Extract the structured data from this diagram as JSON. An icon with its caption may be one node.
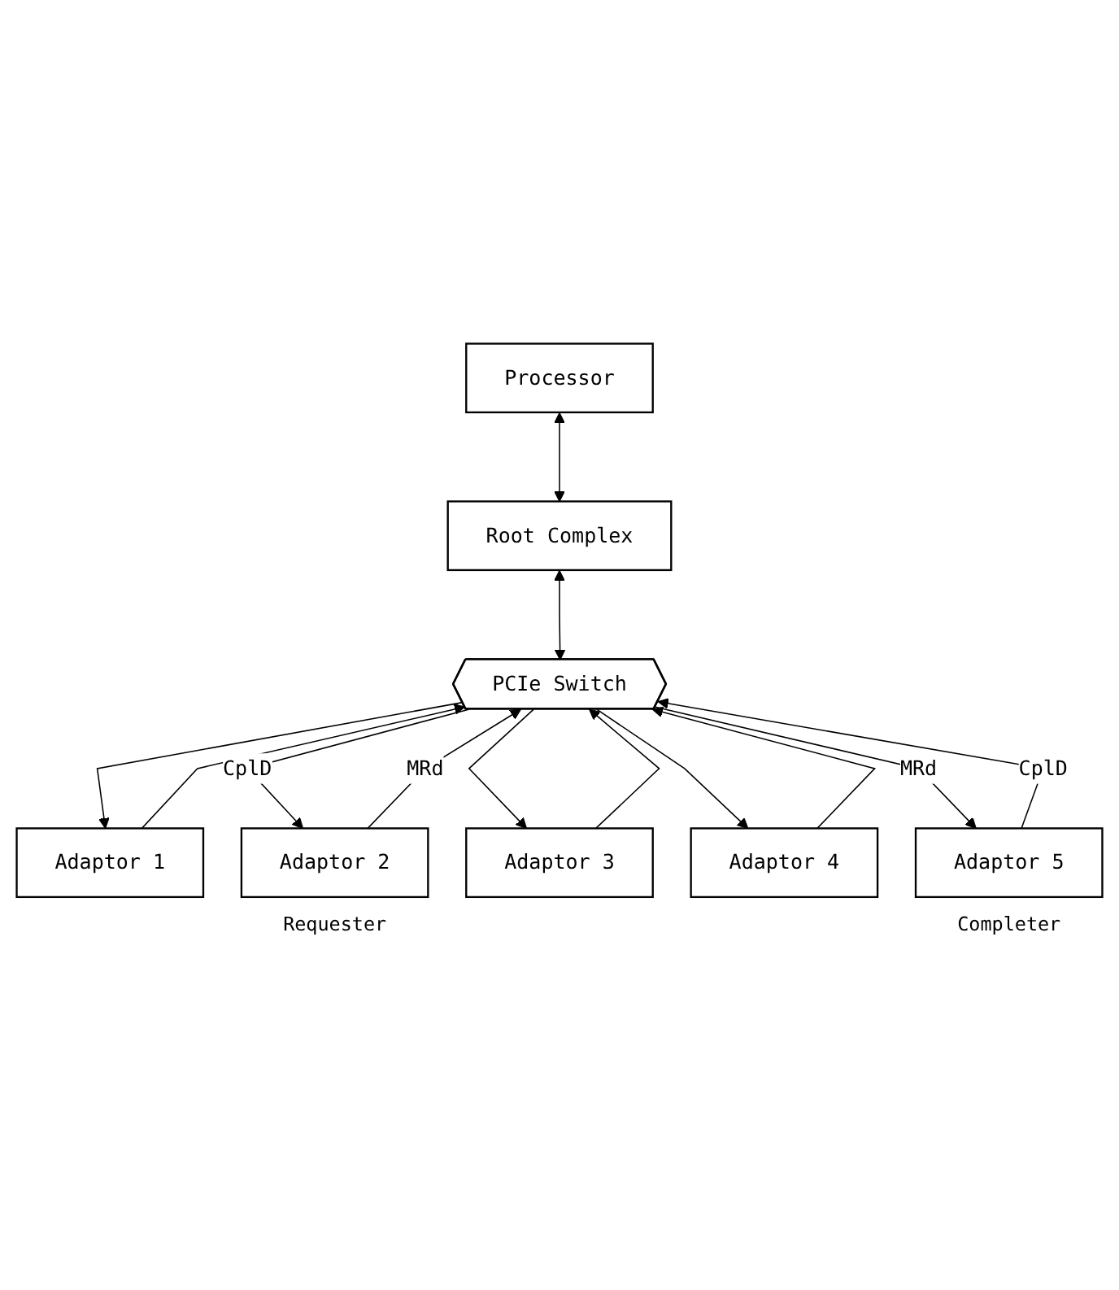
{
  "diagram": {
    "nodes": [
      {
        "text": [
          "Processor"
        ]
      },
      {
        "text": [
          "Root Complex"
        ]
      },
      {
        "text": [
          "PCIe Switch"
        ]
      },
      {
        "text": [
          "Adaptor 1"
        ]
      },
      {
        "text": [
          "Adaptor 2"
        ],
        "beside": [
          "Requester"
        ]
      },
      {
        "text": [
          "Adaptor 3"
        ]
      },
      {
        "text": [
          "Adaptor 4"
        ]
      },
      {
        "text": [
          "Adaptor 5"
        ],
        "beside": [
          "Completer"
        ]
      }
    ],
    "edges": [
      {
        "from": 0,
        "to": 1,
        "arrow": "both"
      },
      {
        "from": 1,
        "to": 2,
        "arrow": "both"
      },
      {
        "from": 2,
        "to": 3,
        "arrow": "to"
      },
      {
        "from": 3,
        "to": 2,
        "arrow": "to"
      },
      {
        "from": 2,
        "to": 4,
        "arrow": "to",
        "label": "CplD"
      },
      {
        "from": 4,
        "to": 2,
        "arrow": "to",
        "label": "MRd"
      },
      {
        "from": 2,
        "to": 5,
        "arrow": "to"
      },
      {
        "from": 5,
        "to": 2,
        "arrow": "to"
      },
      {
        "from": 2,
        "to": 6,
        "arrow": "to"
      },
      {
        "from": 6,
        "to": 2,
        "arrow": "to"
      },
      {
        "from": 2,
        "to": 7,
        "arrow": "to",
        "label": "MRd"
      },
      {
        "from": 7,
        "to": 2,
        "arrow": "to",
        "label": "CplD"
      }
    ]
  }
}
